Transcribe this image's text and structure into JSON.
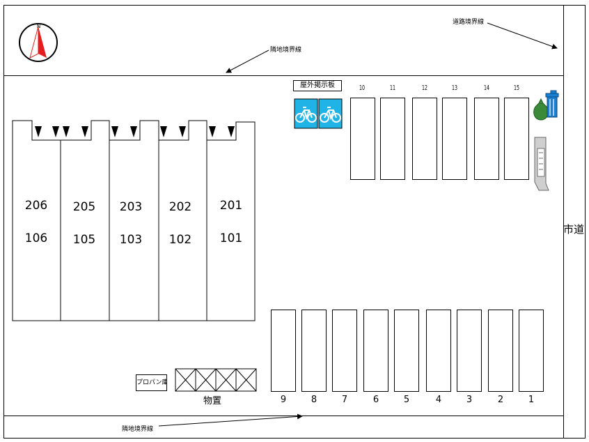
{
  "annotations": {
    "road_boundary": "道路境界線",
    "neighbor_boundary_top": "隣地境界線",
    "neighbor_boundary_bottom": "隣地境界線",
    "city_road": "市道",
    "bulletin_board": "屋外掲示板",
    "propane_storage": "プロパン庫",
    "storage": "物置"
  },
  "compass": {
    "north_label": "N"
  },
  "building_units": [
    {
      "upper": "206",
      "lower": "106"
    },
    {
      "upper": "205",
      "lower": "105"
    },
    {
      "upper": "203",
      "lower": "103"
    },
    {
      "upper": "202",
      "lower": "102"
    },
    {
      "upper": "201",
      "lower": "101"
    }
  ],
  "parking_top": [
    "10",
    "11",
    "12",
    "13",
    "14",
    "15"
  ],
  "parking_bottom": [
    "9",
    "8",
    "7",
    "6",
    "5",
    "4",
    "3",
    "2",
    "1"
  ],
  "icons": [
    "north-compass-icon",
    "bicycle-icon",
    "garbage-bag-icon",
    "trash-bin-icon"
  ]
}
